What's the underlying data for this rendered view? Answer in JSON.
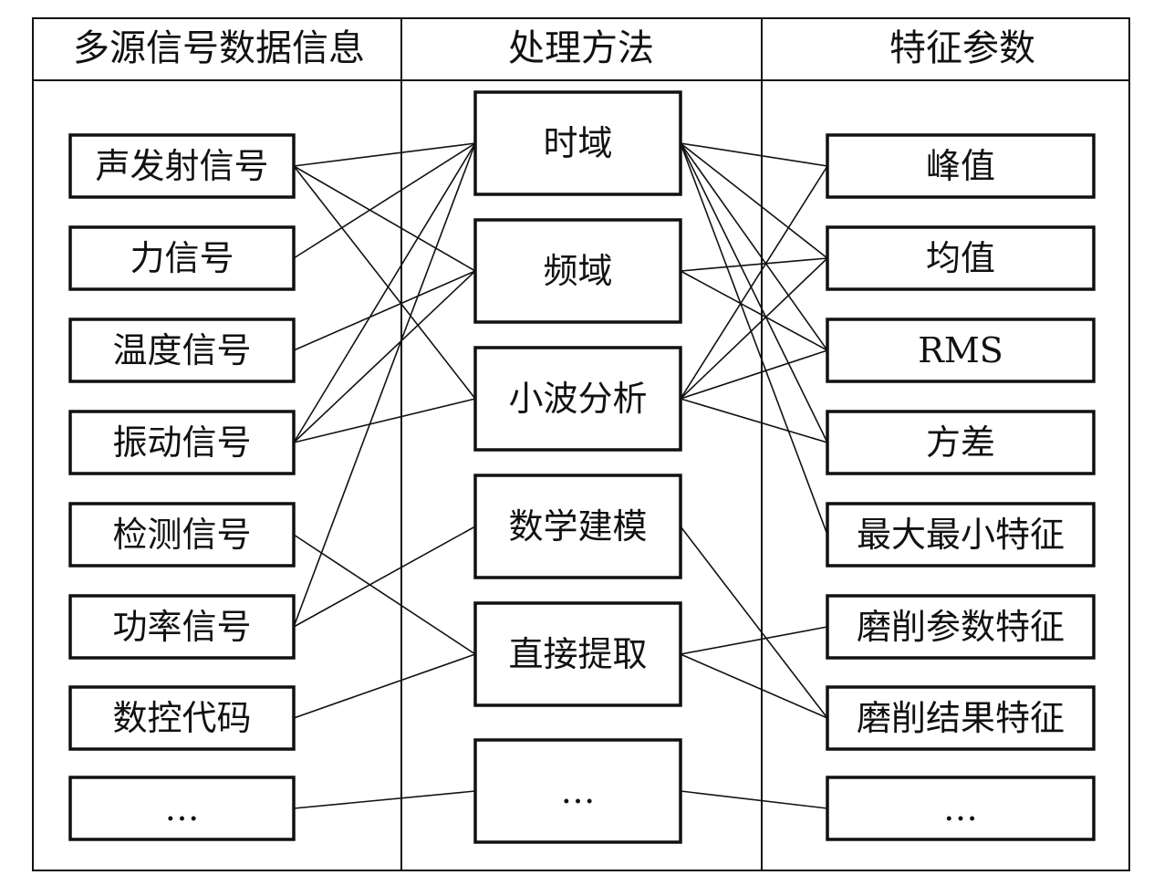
{
  "headers": {
    "sources": "多源信号数据信息",
    "methods": "处理方法",
    "features": "特征参数"
  },
  "sources": [
    "声发射信号",
    "力信号",
    "温度信号",
    "振动信号",
    "检测信号",
    "功率信号",
    "数控代码",
    "…"
  ],
  "methods": [
    "时域",
    "频域",
    "小波分析",
    "数学建模",
    "直接提取",
    "…"
  ],
  "features": [
    "峰值",
    "均值",
    "RMS",
    "方差",
    "最大最小特征",
    "磨削参数特征",
    "磨削结果特征",
    "…"
  ],
  "connections": {
    "source_to_method": [
      [
        "声发射信号",
        "时域"
      ],
      [
        "声发射信号",
        "频域"
      ],
      [
        "声发射信号",
        "小波分析"
      ],
      [
        "力信号",
        "时域"
      ],
      [
        "温度信号",
        "频域"
      ],
      [
        "振动信号",
        "时域"
      ],
      [
        "振动信号",
        "频域"
      ],
      [
        "振动信号",
        "小波分析"
      ],
      [
        "检测信号",
        "直接提取"
      ],
      [
        "功率信号",
        "时域"
      ],
      [
        "功率信号",
        "数学建模"
      ],
      [
        "数控代码",
        "直接提取"
      ],
      [
        "…",
        "…"
      ]
    ],
    "method_to_feature": [
      [
        "时域",
        "峰值"
      ],
      [
        "时域",
        "均值"
      ],
      [
        "时域",
        "RMS"
      ],
      [
        "时域",
        "方差"
      ],
      [
        "时域",
        "最大最小特征"
      ],
      [
        "频域",
        "均值"
      ],
      [
        "频域",
        "RMS"
      ],
      [
        "小波分析",
        "峰值"
      ],
      [
        "小波分析",
        "均值"
      ],
      [
        "小波分析",
        "RMS"
      ],
      [
        "小波分析",
        "方差"
      ],
      [
        "数学建模",
        "磨削结果特征"
      ],
      [
        "直接提取",
        "磨削参数特征"
      ],
      [
        "直接提取",
        "磨削结果特征"
      ],
      [
        "…",
        "…"
      ]
    ]
  }
}
